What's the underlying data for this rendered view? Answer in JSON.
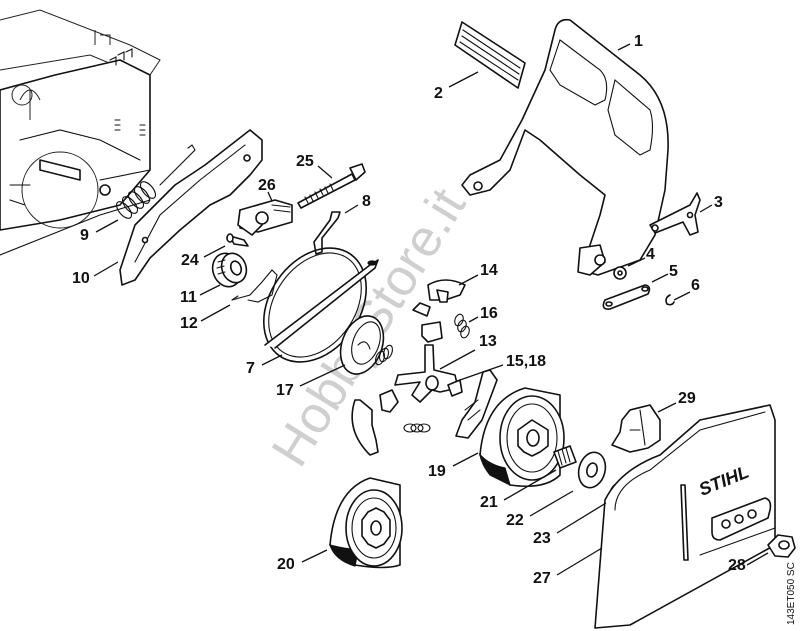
{
  "diagram": {
    "title": "Chain brake / clutch / sprocket cover exploded view",
    "drawing_code": "143ET050 SC",
    "watermark": "HobbyStore.it",
    "brand_logo": "STIHL",
    "callouts": [
      {
        "id": "c1",
        "label": "1",
        "part": "hand-guard"
      },
      {
        "id": "c2",
        "label": "2",
        "part": "guard-pad"
      },
      {
        "id": "c3",
        "label": "3",
        "part": "brake-lever-linkage"
      },
      {
        "id": "c4",
        "label": "4",
        "part": "washer"
      },
      {
        "id": "c5",
        "label": "5",
        "part": "link-plate"
      },
      {
        "id": "c6",
        "label": "6",
        "part": "e-clip-small"
      },
      {
        "id": "c7",
        "label": "7",
        "part": "brake-band"
      },
      {
        "id": "c8",
        "label": "8",
        "part": "bracket-clip"
      },
      {
        "id": "c9",
        "label": "9",
        "part": "brake-spring"
      },
      {
        "id": "c10",
        "label": "10",
        "part": "brake-lever-plate"
      },
      {
        "id": "c11",
        "label": "11",
        "part": "bushing"
      },
      {
        "id": "c12",
        "label": "12",
        "part": "wire-spring"
      },
      {
        "id": "c13",
        "label": "13",
        "part": "clutch-carrier"
      },
      {
        "id": "c14",
        "label": "14",
        "part": "clutch-shoe"
      },
      {
        "id": "c15_18",
        "label": "15,18",
        "part": "clutch-shoe-set"
      },
      {
        "id": "c16",
        "label": "16",
        "part": "clutch-spring"
      },
      {
        "id": "c17",
        "label": "17",
        "part": "clutch-cover-plate"
      },
      {
        "id": "c19",
        "label": "19",
        "part": "clutch-drum-sprocket"
      },
      {
        "id": "c20",
        "label": "20",
        "part": "clutch-drum-rim"
      },
      {
        "id": "c21",
        "label": "21",
        "part": "needle-bearing"
      },
      {
        "id": "c22",
        "label": "22",
        "part": "thrust-washer"
      },
      {
        "id": "c23",
        "label": "23",
        "part": "e-clip"
      },
      {
        "id": "c24",
        "label": "24",
        "part": "pin"
      },
      {
        "id": "c25",
        "label": "25",
        "part": "tensioner-screw"
      },
      {
        "id": "c26",
        "label": "26",
        "part": "tensioner-block"
      },
      {
        "id": "c27",
        "label": "27",
        "part": "sprocket-cover"
      },
      {
        "id": "c28",
        "label": "28",
        "part": "collar-nut"
      },
      {
        "id": "c29",
        "label": "29",
        "part": "chain-catcher"
      }
    ]
  }
}
